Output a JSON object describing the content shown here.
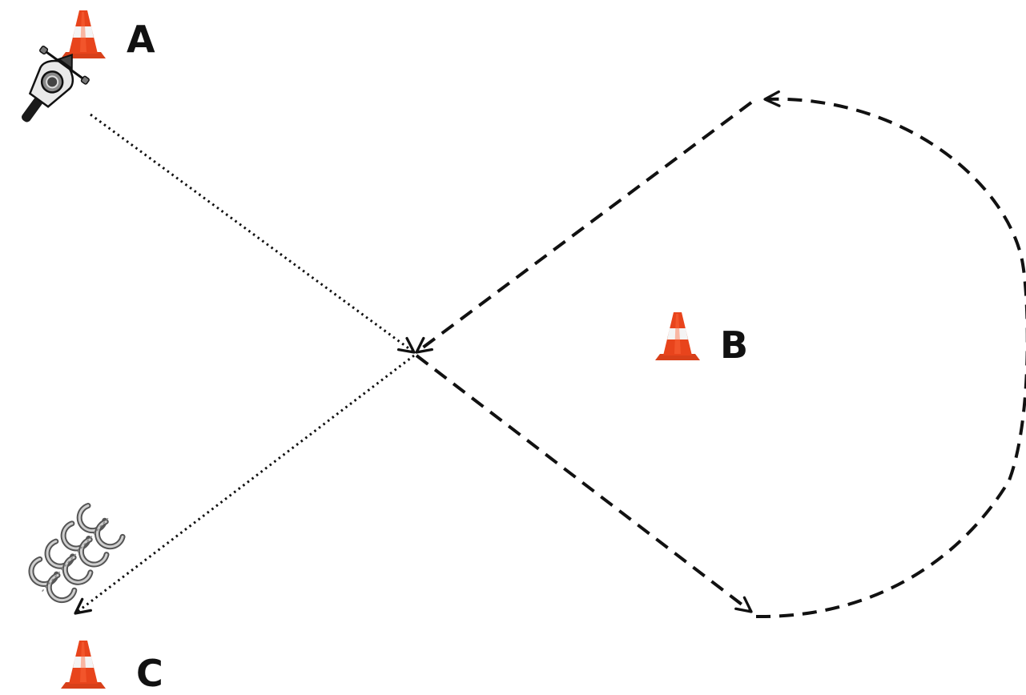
{
  "cones": [
    {
      "id": "A",
      "label": "A"
    },
    {
      "id": "B",
      "label": "B"
    },
    {
      "id": "C",
      "label": "C"
    }
  ],
  "icons": {
    "cone": "traffic-cone-icon",
    "motorcycle": "motorcycle-icon",
    "tires": "tire-stack-icon"
  },
  "colors": {
    "background": "#ffffff",
    "path": "#111111",
    "cone_orange": "#e8441c",
    "cone_stripe": "#f4f4f4",
    "cone_base": "#d8401a",
    "label": "#111111"
  },
  "paths": {
    "dotted": "dotted",
    "dashed": "dashed"
  }
}
